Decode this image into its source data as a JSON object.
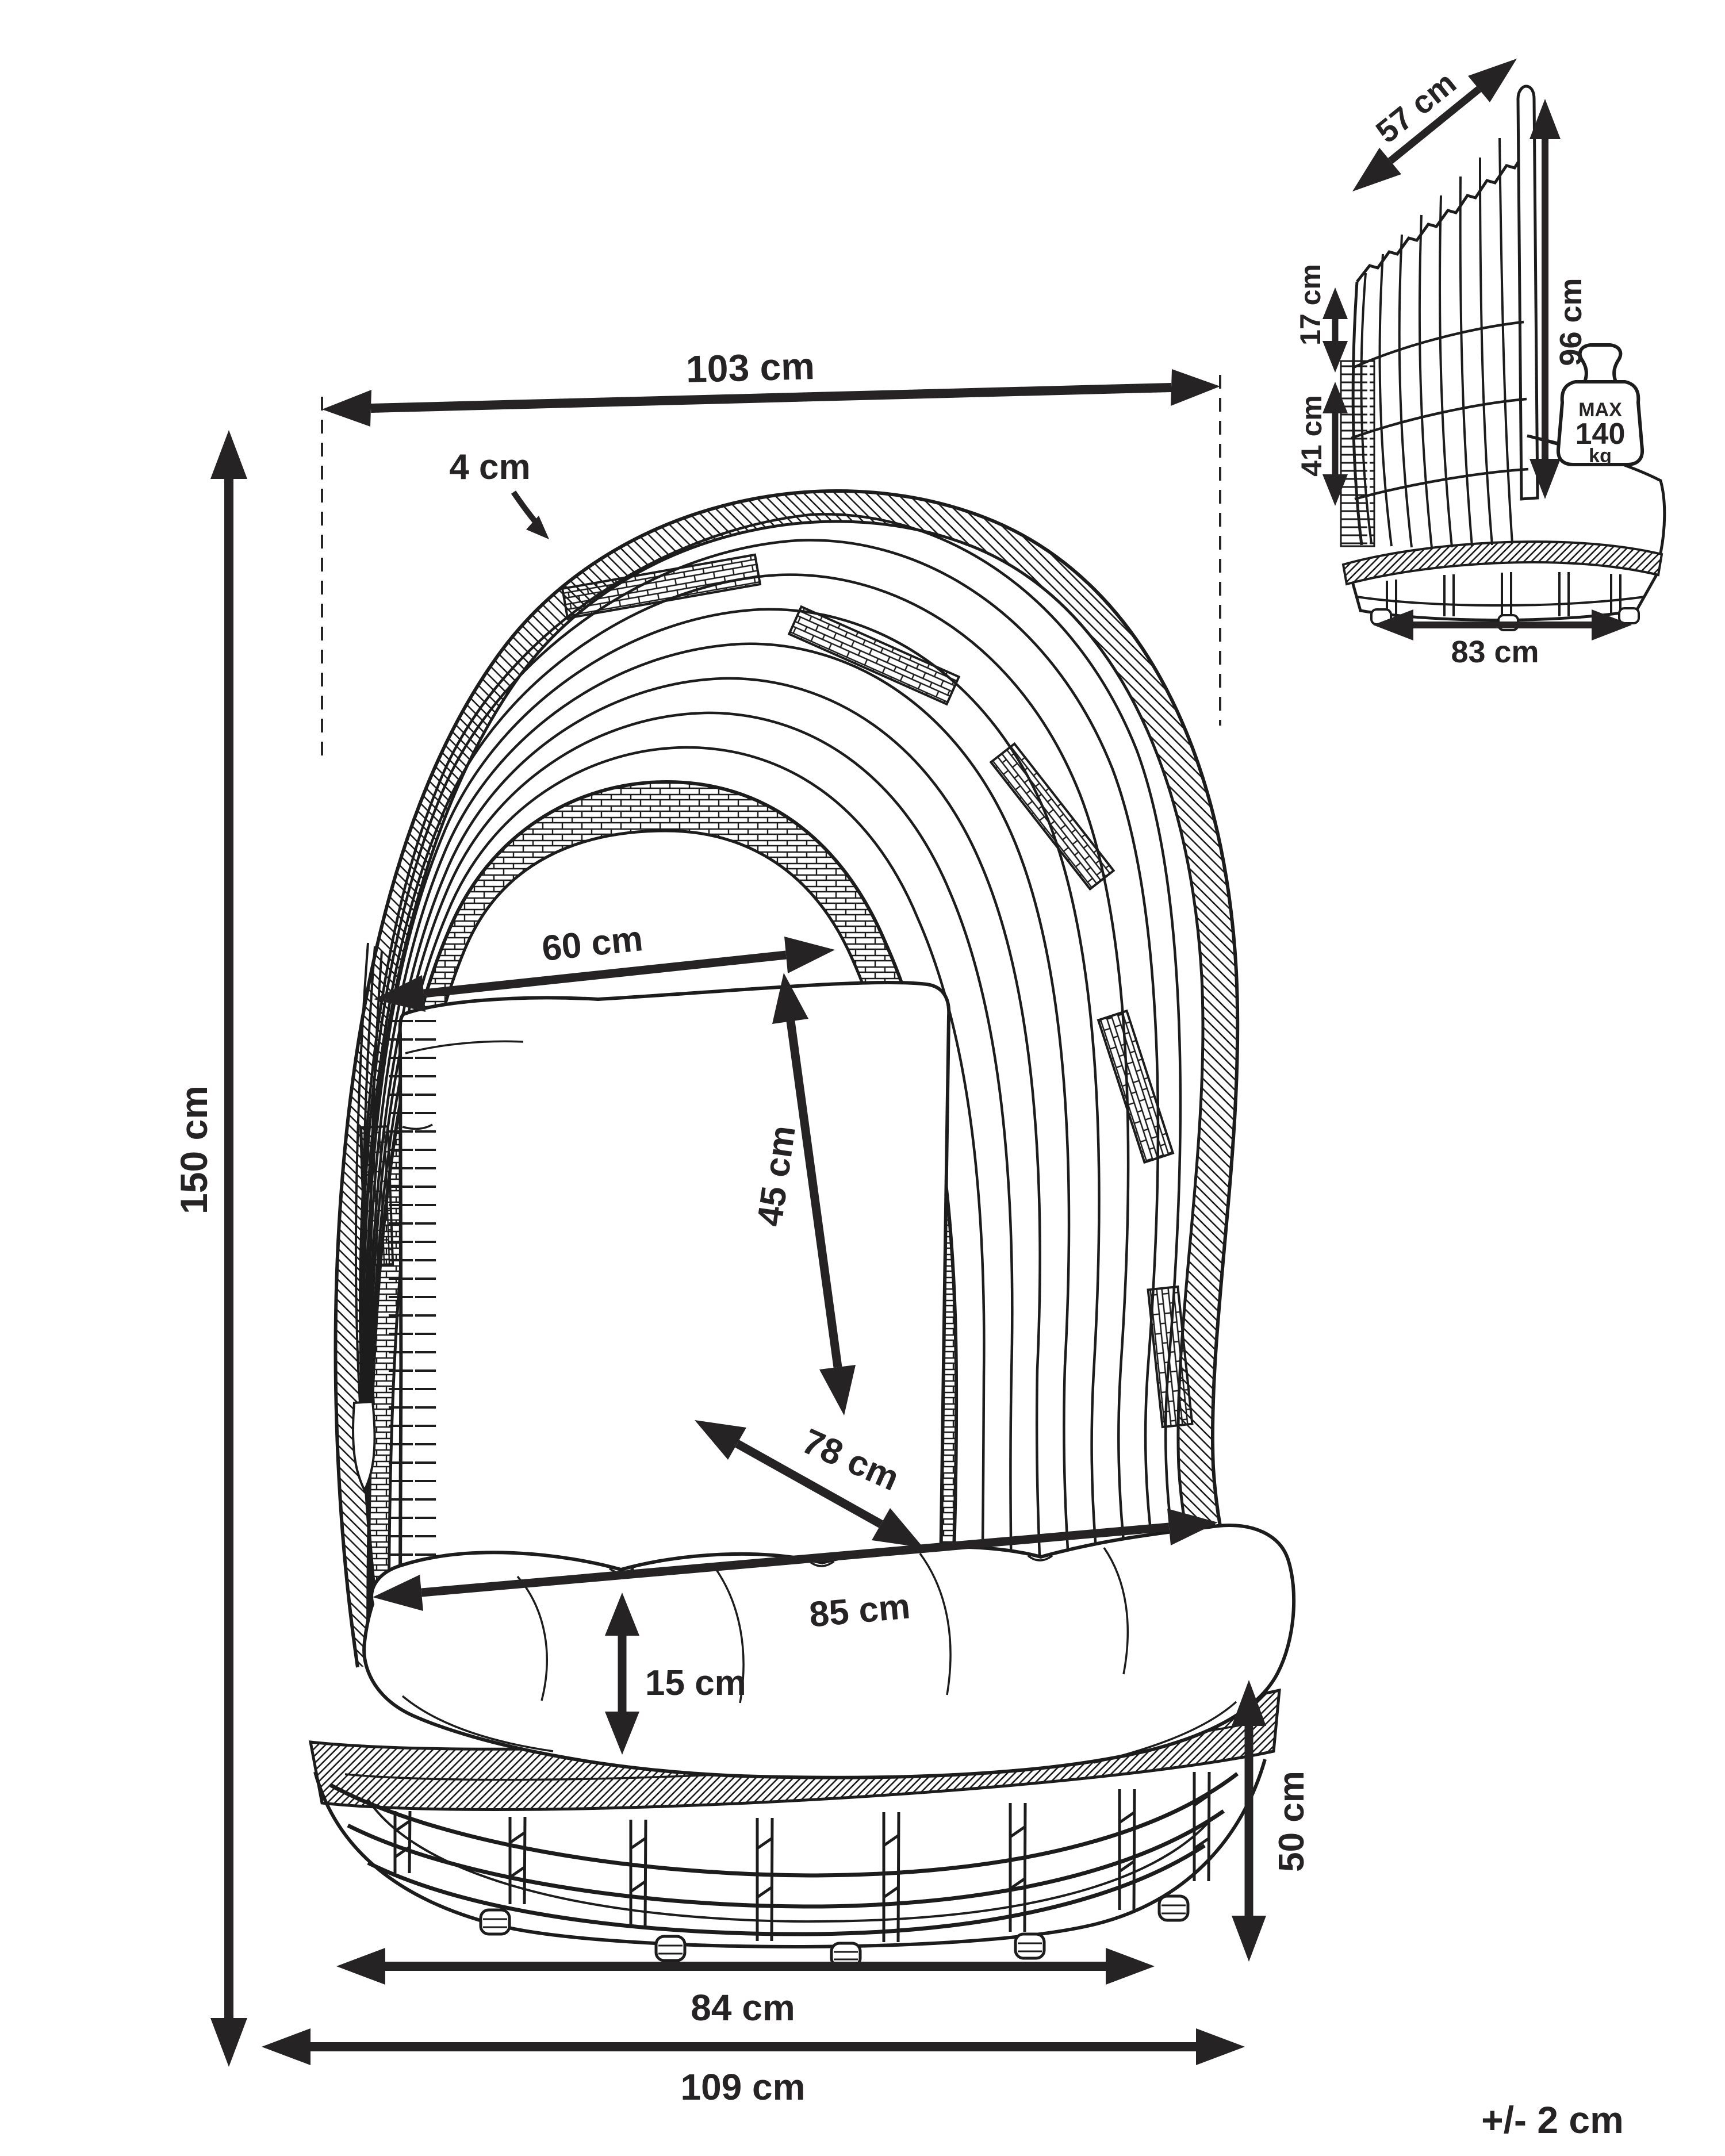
{
  "colors": {
    "background": "#ffffff",
    "line": "#1c1c1c",
    "text": "#262324"
  },
  "note": {
    "tolerance": "+/- 2 cm"
  },
  "front_view": {
    "dims": {
      "width_top": "103 cm",
      "frame_thickness": "4 cm",
      "opening_width": "60 cm",
      "back_cushion_height": "45 cm",
      "seat_depth": "78 cm",
      "seat_width": "85 cm",
      "cushion_thickness": "15 cm",
      "total_height": "150 cm",
      "base_height": "50 cm",
      "base_width": "84 cm",
      "width_bottom": "109 cm"
    }
  },
  "side_view": {
    "dims": {
      "canopy_depth": "57 cm",
      "canopy_top_offset": "17 cm",
      "back_lower_height": "41 cm",
      "back_height": "96 cm",
      "base_depth": "83 cm"
    },
    "max_load": {
      "label": "MAX",
      "value": "140",
      "unit": "kg"
    }
  }
}
